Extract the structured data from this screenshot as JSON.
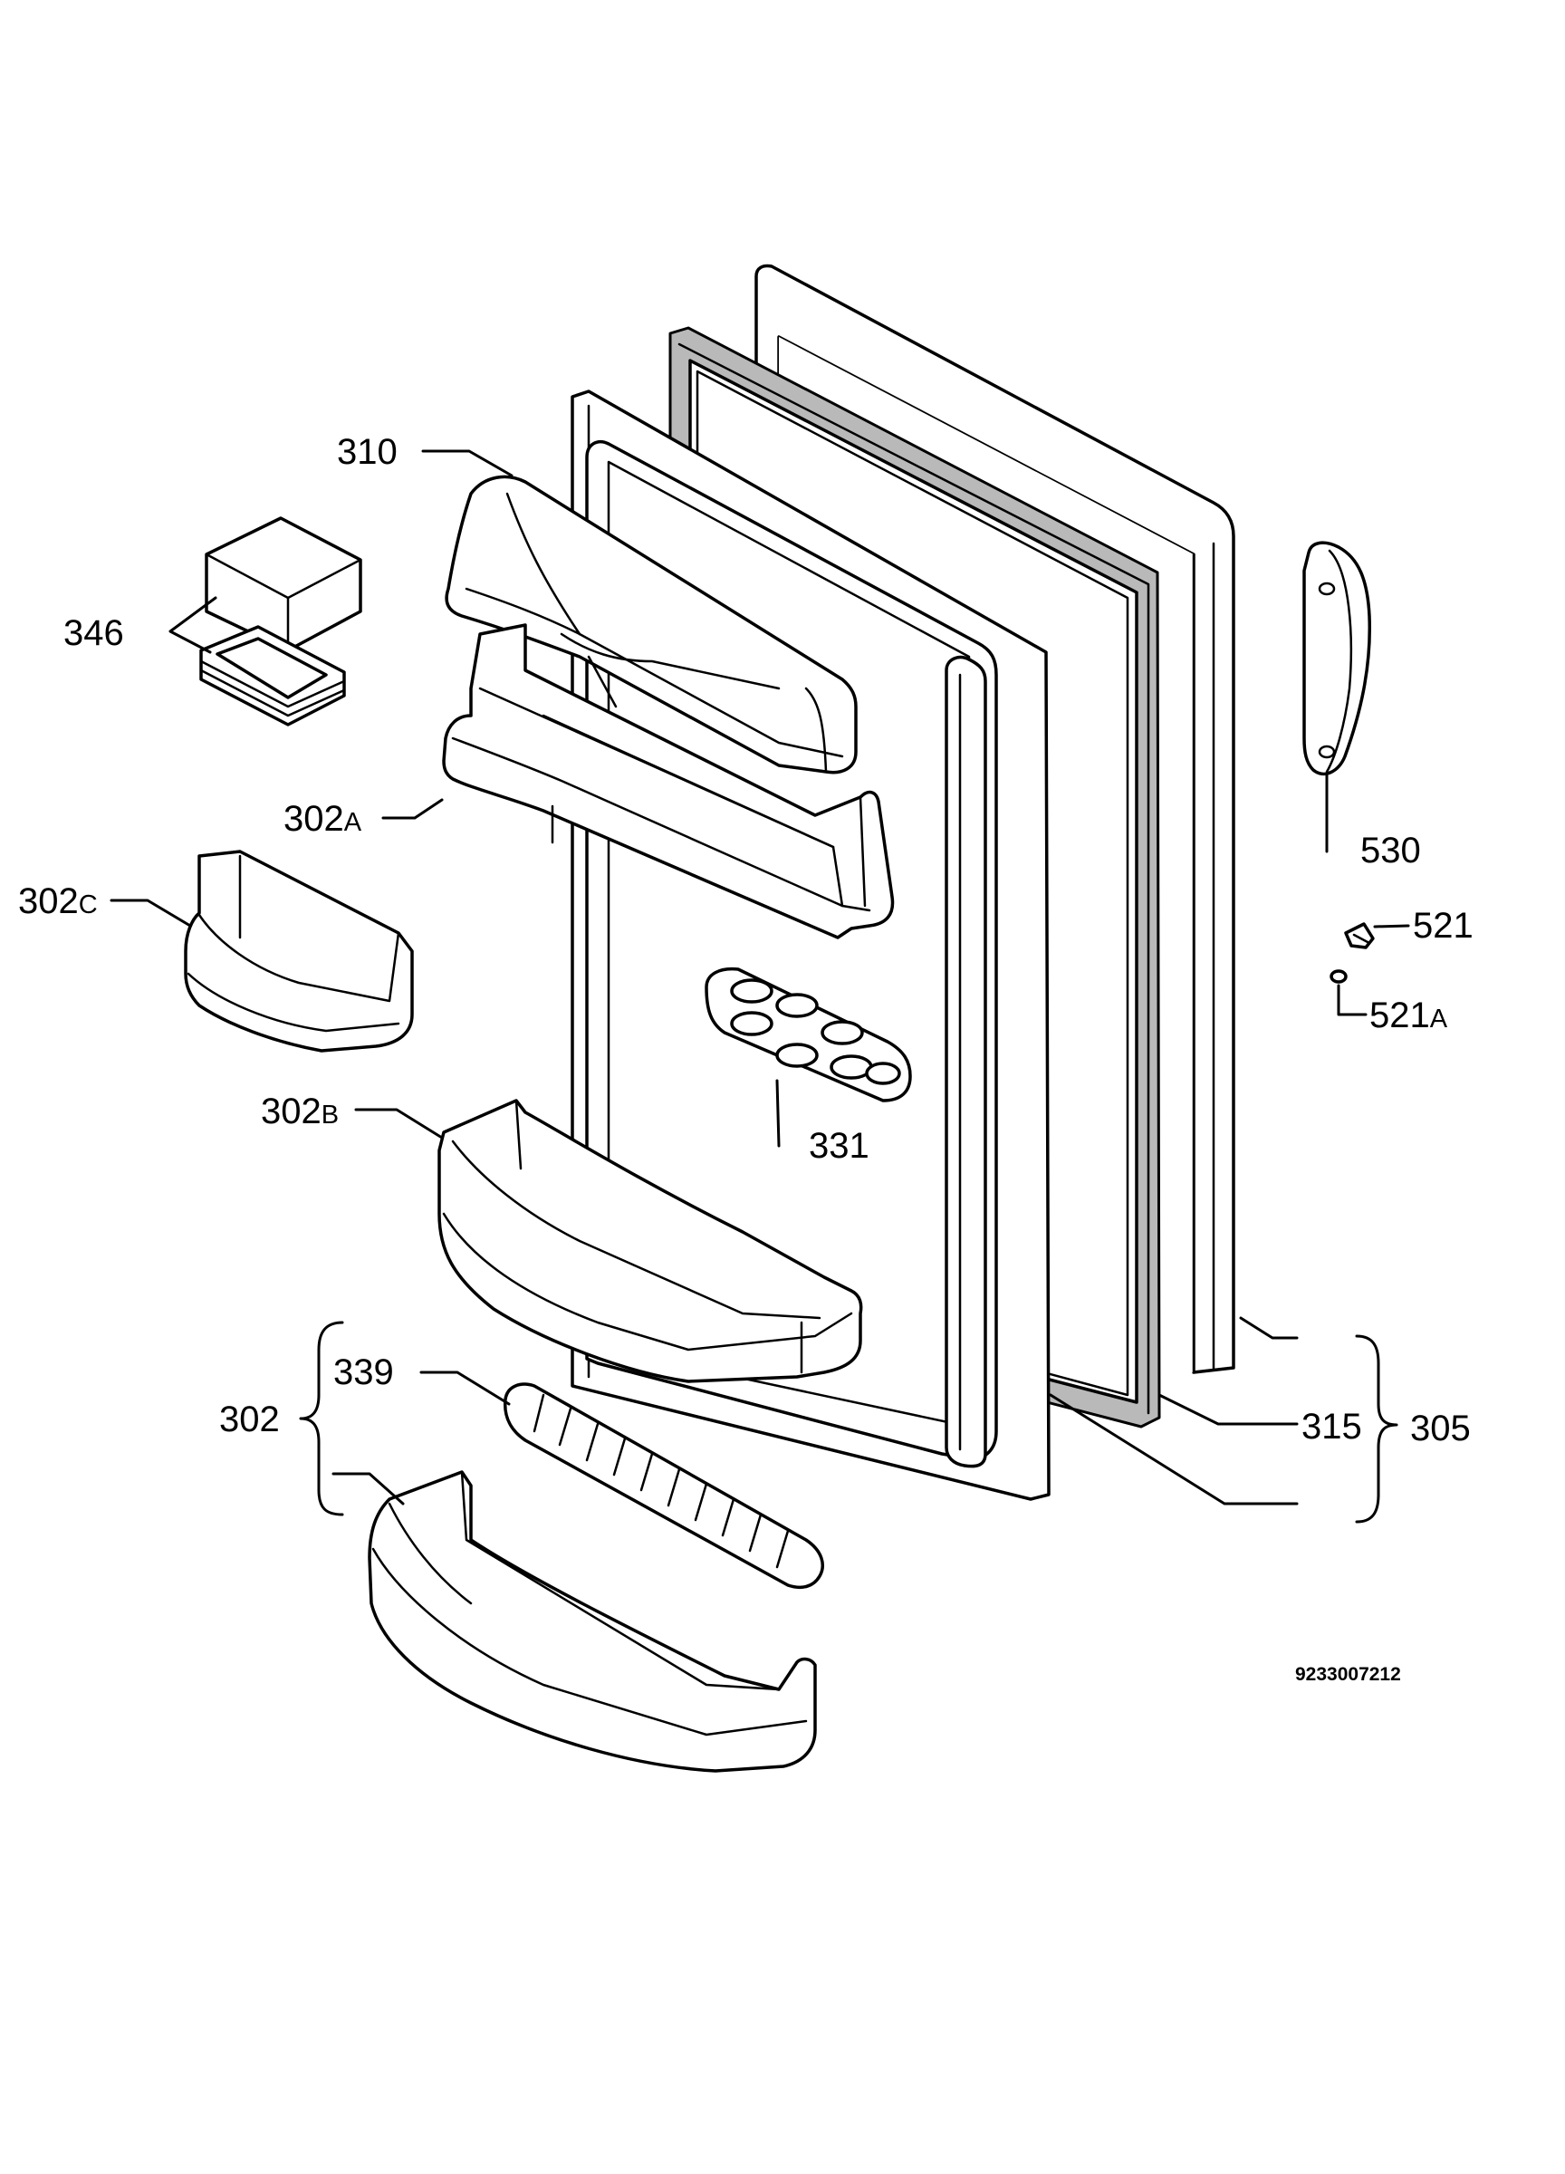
{
  "labels": {
    "l310": {
      "num": "310",
      "suffix": ""
    },
    "l346": {
      "num": "346",
      "suffix": ""
    },
    "l302a": {
      "num": "302",
      "suffix": "A"
    },
    "l302c": {
      "num": "302",
      "suffix": "C"
    },
    "l302b": {
      "num": "302",
      "suffix": "B"
    },
    "l331": {
      "num": "331",
      "suffix": ""
    },
    "l339": {
      "num": "339",
      "suffix": ""
    },
    "l302": {
      "num": "302",
      "suffix": ""
    },
    "l530": {
      "num": "530",
      "suffix": ""
    },
    "l521": {
      "num": "521",
      "suffix": ""
    },
    "l521a": {
      "num": "521",
      "suffix": "A"
    },
    "l315": {
      "num": "315",
      "suffix": ""
    },
    "l305": {
      "num": "305",
      "suffix": ""
    }
  },
  "drawing_code": "9233007212"
}
